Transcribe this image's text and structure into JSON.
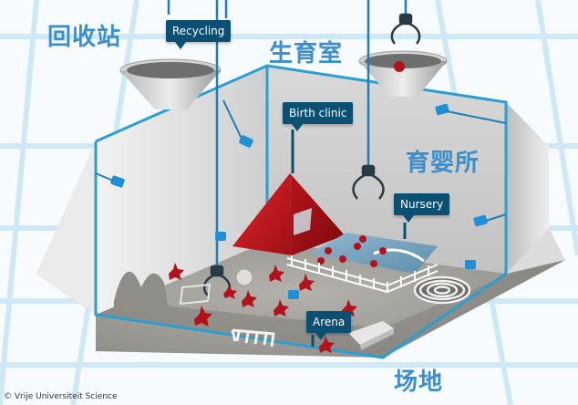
{
  "labels_en": {
    "recycling": "Recycling",
    "birth_clinic": "Birth clinic",
    "nursery": "Nursery",
    "arena": "Arena"
  },
  "labels_cn": {
    "recycling": "回收站",
    "birth_clinic": "生育室",
    "nursery": "育婴所",
    "arena": "场地"
  },
  "credit": "© Vrije Universiteit Science",
  "colors": {
    "sign_bg": "#0b4f73",
    "cn_text": "#3a8fcf",
    "frame": "#2a9fd0",
    "pyramid": "#c4161c",
    "robot_red": "#b3121b",
    "camera": "#1f8fd6",
    "floor": "#9c9a95",
    "wall": "#e2e2e2",
    "grid_tile": "#e6f3fb"
  }
}
